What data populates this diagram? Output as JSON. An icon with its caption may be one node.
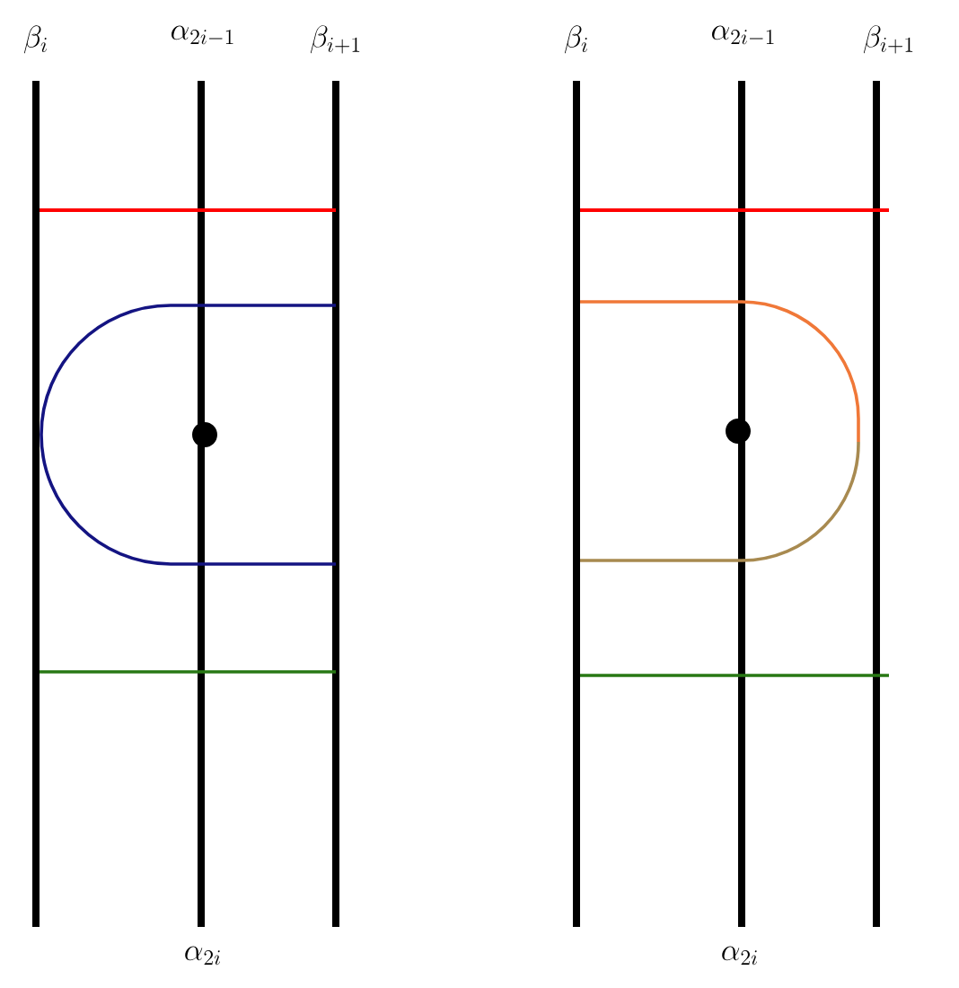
{
  "diagram": {
    "labels": [
      "\\beta_i",
      "\\alpha_{2i-1}",
      "\\beta_{i+1}",
      "\\beta_i",
      "\\alpha_{2i-1}",
      "\\beta_{i+1}",
      "\\alpha_{2i}",
      "\\alpha_{2i}"
    ]
  }
}
